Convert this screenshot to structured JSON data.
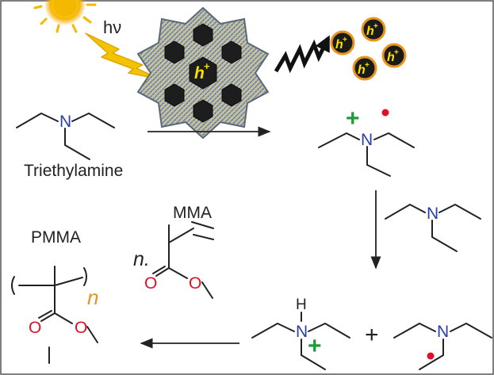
{
  "labels": {
    "triethylamine": "Triethylamine",
    "pmma": "PMMA",
    "mma": "MMA",
    "n_coef": "n.",
    "n_sub": "n",
    "photon": "hν",
    "hole": "h",
    "hole_sup": "+",
    "plus_sign": "+"
  },
  "atoms": {
    "nitrogen": "N",
    "oxygen": "O",
    "hydrogen": "H",
    "cation": "+"
  },
  "colors": {
    "nitrogen": "#2a3fa8",
    "oxygen": "#e0102a",
    "cation": "#1f9a3a",
    "radical": "#e0102a",
    "subscript": "#e6951f",
    "hole_fill": "#1a1a1a",
    "hole_ring": "#e6951f",
    "hole_text": "#f5e000",
    "lightning": "#f2c400",
    "sun": "#f5b800"
  },
  "icons": [
    "sun-icon",
    "lightning-icon",
    "framework-icon",
    "zigzag-arrow-icon"
  ]
}
